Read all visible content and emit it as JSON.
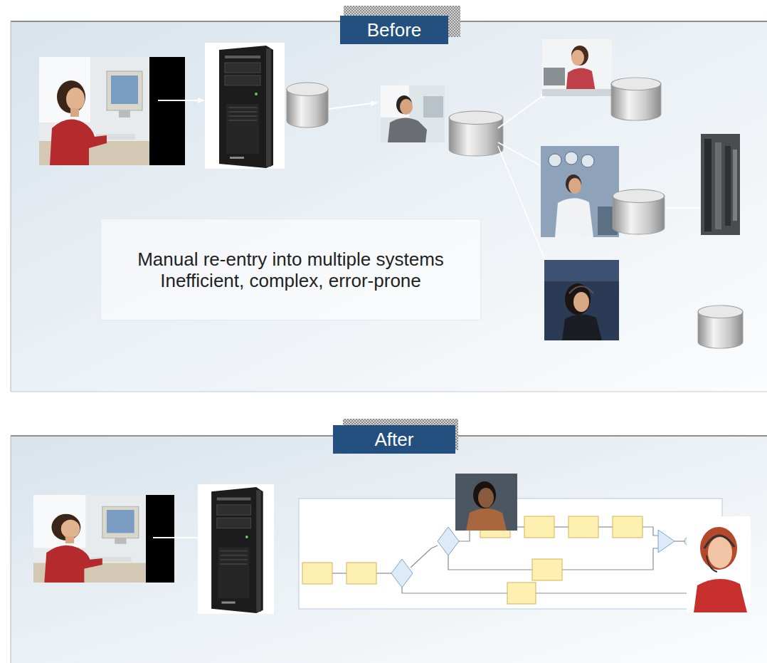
{
  "diagram": {
    "nodes": [
      {
        "text": [
          "Before"
        ]
      },
      {
        "text": [
          "Manual re-entry into multiple systems",
          "Inefficient, complex, error-prone"
        ],
        "in": 0
      },
      {
        "text": [
          "After"
        ]
      }
    ]
  }
}
